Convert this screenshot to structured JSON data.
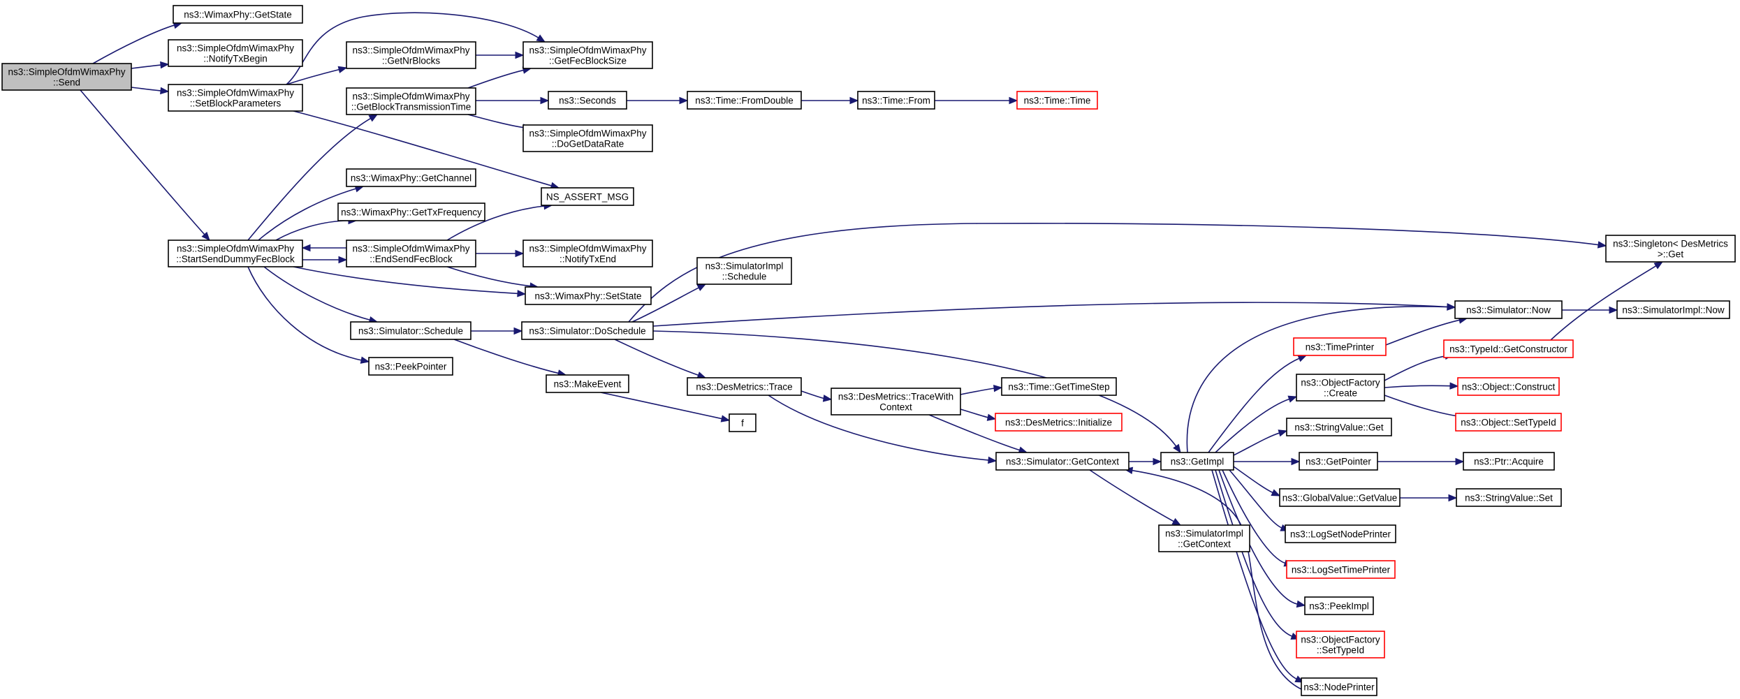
{
  "graph": {
    "nodes": [
      {
        "id": "send",
        "lines": [
          "ns3::SimpleOfdmWimaxPhy",
          "::Send"
        ],
        "root": true,
        "truncated": false
      },
      {
        "id": "getstate",
        "lines": [
          "ns3::WimaxPhy::GetState"
        ],
        "root": false,
        "truncated": false
      },
      {
        "id": "notifytxbegin",
        "lines": [
          "ns3::SimpleOfdmWimaxPhy",
          "::NotifyTxBegin"
        ],
        "root": false,
        "truncated": false
      },
      {
        "id": "setblockparams",
        "lines": [
          "ns3::SimpleOfdmWimaxPhy",
          "::SetBlockParameters"
        ],
        "root": false,
        "truncated": false
      },
      {
        "id": "startdummy",
        "lines": [
          "ns3::SimpleOfdmWimaxPhy",
          "::StartSendDummyFecBlock"
        ],
        "root": false,
        "truncated": false
      },
      {
        "id": "getnrblocks",
        "lines": [
          "ns3::SimpleOfdmWimaxPhy",
          "::GetNrBlocks"
        ],
        "root": false,
        "truncated": false
      },
      {
        "id": "getblocktx",
        "lines": [
          "ns3::SimpleOfdmWimaxPhy",
          "::GetBlockTransmissionTime"
        ],
        "root": false,
        "truncated": false
      },
      {
        "id": "getchannel",
        "lines": [
          "ns3::WimaxPhy::GetChannel"
        ],
        "root": false,
        "truncated": false
      },
      {
        "id": "gettxfreq",
        "lines": [
          "ns3::WimaxPhy::GetTxFrequency"
        ],
        "root": false,
        "truncated": false
      },
      {
        "id": "endsendfec",
        "lines": [
          "ns3::SimpleOfdmWimaxPhy",
          "::EndSendFecBlock"
        ],
        "root": false,
        "truncated": false
      },
      {
        "id": "simschedule",
        "lines": [
          "ns3::Simulator::Schedule"
        ],
        "root": false,
        "truncated": false
      },
      {
        "id": "peekpointer",
        "lines": [
          "ns3::PeekPointer"
        ],
        "root": false,
        "truncated": false
      },
      {
        "id": "getfecblocksize",
        "lines": [
          "ns3::SimpleOfdmWimaxPhy",
          "::GetFecBlockSize"
        ],
        "root": false,
        "truncated": false
      },
      {
        "id": "seconds",
        "lines": [
          "ns3::Seconds"
        ],
        "root": false,
        "truncated": false
      },
      {
        "id": "dogetdatarate",
        "lines": [
          "ns3::SimpleOfdmWimaxPhy",
          "::DoGetDataRate"
        ],
        "root": false,
        "truncated": false
      },
      {
        "id": "nsassert",
        "lines": [
          "NS_ASSERT_MSG"
        ],
        "root": false,
        "truncated": false
      },
      {
        "id": "notifytxend",
        "lines": [
          "ns3::SimpleOfdmWimaxPhy",
          "::NotifyTxEnd"
        ],
        "root": false,
        "truncated": false
      },
      {
        "id": "setstate",
        "lines": [
          "ns3::WimaxPhy::SetState"
        ],
        "root": false,
        "truncated": false
      },
      {
        "id": "doschedule",
        "lines": [
          "ns3::Simulator::DoSchedule"
        ],
        "root": false,
        "truncated": false
      },
      {
        "id": "makeevent",
        "lines": [
          "ns3::MakeEvent"
        ],
        "root": false,
        "truncated": false
      },
      {
        "id": "fromdouble",
        "lines": [
          "ns3::Time::FromDouble"
        ],
        "root": false,
        "truncated": false
      },
      {
        "id": "simimplschedule",
        "lines": [
          "ns3::SimulatorImpl",
          "::Schedule"
        ],
        "root": false,
        "truncated": false
      },
      {
        "id": "desmetricstrace",
        "lines": [
          "ns3::DesMetrics::Trace"
        ],
        "root": false,
        "truncated": false
      },
      {
        "id": "f",
        "lines": [
          "f"
        ],
        "root": false,
        "truncated": false
      },
      {
        "id": "timefrom",
        "lines": [
          "ns3::Time::From"
        ],
        "root": false,
        "truncated": false
      },
      {
        "id": "tracewithctx",
        "lines": [
          "ns3::DesMetrics::TraceWith",
          "Context"
        ],
        "root": false,
        "truncated": false
      },
      {
        "id": "timetime",
        "lines": [
          "ns3::Time::Time"
        ],
        "root": false,
        "truncated": true
      },
      {
        "id": "gettimestep",
        "lines": [
          "ns3::Time::GetTimeStep"
        ],
        "root": false,
        "truncated": false
      },
      {
        "id": "desinit",
        "lines": [
          "ns3::DesMetrics::Initialize"
        ],
        "root": false,
        "truncated": true
      },
      {
        "id": "getcontext",
        "lines": [
          "ns3::Simulator::GetContext"
        ],
        "root": false,
        "truncated": false
      },
      {
        "id": "simimplgetctx",
        "lines": [
          "ns3::SimulatorImpl",
          "::GetContext"
        ],
        "root": false,
        "truncated": false
      },
      {
        "id": "getimpl",
        "lines": [
          "ns3::GetImpl"
        ],
        "root": false,
        "truncated": false
      },
      {
        "id": "timeprinter",
        "lines": [
          "ns3::TimePrinter"
        ],
        "root": false,
        "truncated": true
      },
      {
        "id": "objfactcreate",
        "lines": [
          "ns3::ObjectFactory",
          "::Create"
        ],
        "root": false,
        "truncated": false
      },
      {
        "id": "strvalget",
        "lines": [
          "ns3::StringValue::Get"
        ],
        "root": false,
        "truncated": false
      },
      {
        "id": "getpointer",
        "lines": [
          "ns3::GetPointer"
        ],
        "root": false,
        "truncated": false
      },
      {
        "id": "globalvalget",
        "lines": [
          "ns3::GlobalValue::GetValue"
        ],
        "root": false,
        "truncated": false
      },
      {
        "id": "logsetnode",
        "lines": [
          "ns3::LogSetNodePrinter"
        ],
        "root": false,
        "truncated": false
      },
      {
        "id": "logsettime",
        "lines": [
          "ns3::LogSetTimePrinter"
        ],
        "root": false,
        "truncated": true
      },
      {
        "id": "peekimpl",
        "lines": [
          "ns3::PeekImpl"
        ],
        "root": false,
        "truncated": false
      },
      {
        "id": "objfactsettype",
        "lines": [
          "ns3::ObjectFactory",
          "::SetTypeId"
        ],
        "root": false,
        "truncated": true
      },
      {
        "id": "nodeprinter",
        "lines": [
          "ns3::NodePrinter"
        ],
        "root": false,
        "truncated": false
      },
      {
        "id": "simnow",
        "lines": [
          "ns3::Simulator::Now"
        ],
        "root": false,
        "truncated": false
      },
      {
        "id": "typeidgetctor",
        "lines": [
          "ns3::TypeId::GetConstructor"
        ],
        "root": false,
        "truncated": true
      },
      {
        "id": "objconstruct",
        "lines": [
          "ns3::Object::Construct"
        ],
        "root": false,
        "truncated": true
      },
      {
        "id": "objsettype",
        "lines": [
          "ns3::Object::SetTypeId"
        ],
        "root": false,
        "truncated": true
      },
      {
        "id": "ptracquire",
        "lines": [
          "ns3::Ptr::Acquire"
        ],
        "root": false,
        "truncated": false
      },
      {
        "id": "strvalset",
        "lines": [
          "ns3::StringValue::Set"
        ],
        "root": false,
        "truncated": false
      },
      {
        "id": "singleton",
        "lines": [
          "ns3::Singleton< DesMetrics",
          ">::Get"
        ],
        "root": false,
        "truncated": false
      },
      {
        "id": "simimplnow",
        "lines": [
          "ns3::SimulatorImpl::Now"
        ],
        "root": false,
        "truncated": false
      }
    ],
    "edges": [
      [
        "send",
        "getstate"
      ],
      [
        "send",
        "notifytxbegin"
      ],
      [
        "send",
        "setblockparams"
      ],
      [
        "send",
        "startdummy"
      ],
      [
        "setblockparams",
        "getnrblocks"
      ],
      [
        "setblockparams",
        "getfecblocksize"
      ],
      [
        "setblockparams",
        "nsassert"
      ],
      [
        "getnrblocks",
        "getfecblocksize"
      ],
      [
        "startdummy",
        "getblocktx"
      ],
      [
        "startdummy",
        "getchannel"
      ],
      [
        "startdummy",
        "gettxfreq"
      ],
      [
        "startdummy",
        "endsendfec"
      ],
      [
        "endsendfec",
        "startdummy"
      ],
      [
        "startdummy",
        "setstate"
      ],
      [
        "startdummy",
        "simschedule"
      ],
      [
        "startdummy",
        "peekpointer"
      ],
      [
        "getblocktx",
        "getfecblocksize"
      ],
      [
        "getblocktx",
        "seconds"
      ],
      [
        "getblocktx",
        "dogetdatarate"
      ],
      [
        "endsendfec",
        "nsassert"
      ],
      [
        "endsendfec",
        "notifytxend"
      ],
      [
        "endsendfec",
        "setstate"
      ],
      [
        "seconds",
        "fromdouble"
      ],
      [
        "fromdouble",
        "timefrom"
      ],
      [
        "timefrom",
        "timetime"
      ],
      [
        "simschedule",
        "doschedule"
      ],
      [
        "simschedule",
        "makeevent"
      ],
      [
        "makeevent",
        "f"
      ],
      [
        "doschedule",
        "simimplschedule"
      ],
      [
        "doschedule",
        "desmetricstrace"
      ],
      [
        "doschedule",
        "singleton"
      ],
      [
        "doschedule",
        "simnow"
      ],
      [
        "doschedule",
        "getimpl"
      ],
      [
        "desmetricstrace",
        "tracewithctx"
      ],
      [
        "desmetricstrace",
        "getcontext"
      ],
      [
        "tracewithctx",
        "gettimestep"
      ],
      [
        "tracewithctx",
        "desinit"
      ],
      [
        "tracewithctx",
        "getcontext"
      ],
      [
        "getcontext",
        "getimpl"
      ],
      [
        "getcontext",
        "simimplgetctx"
      ],
      [
        "getimpl",
        "timeprinter"
      ],
      [
        "getimpl",
        "objfactcreate"
      ],
      [
        "getimpl",
        "strvalget"
      ],
      [
        "getimpl",
        "getpointer"
      ],
      [
        "getimpl",
        "globalvalget"
      ],
      [
        "getimpl",
        "logsetnode"
      ],
      [
        "getimpl",
        "logsettime"
      ],
      [
        "getimpl",
        "peekimpl"
      ],
      [
        "getimpl",
        "objfactsettype"
      ],
      [
        "getimpl",
        "nodeprinter"
      ],
      [
        "getimpl",
        "simnow"
      ],
      [
        "nodeprinter",
        "getcontext"
      ],
      [
        "timeprinter",
        "simnow"
      ],
      [
        "simnow",
        "simimplnow"
      ],
      [
        "objfactcreate",
        "typeidgetctor"
      ],
      [
        "objfactcreate",
        "objconstruct"
      ],
      [
        "objfactcreate",
        "objsettype"
      ],
      [
        "typeidgetctor",
        "singleton"
      ],
      [
        "getpointer",
        "ptracquire"
      ],
      [
        "globalvalget",
        "strvalset"
      ]
    ]
  }
}
